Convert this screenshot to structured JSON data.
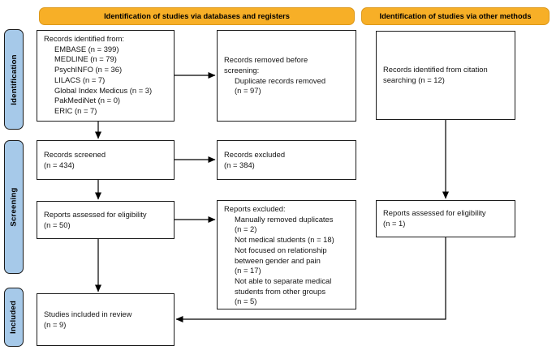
{
  "headers": {
    "databases": "Identification of studies via databases and registers",
    "other": "Identification of studies via other methods"
  },
  "stages": {
    "identification": "Identification",
    "screening": "Screening",
    "included": "Included"
  },
  "boxes": {
    "records_identified": {
      "lines": [
        "Records identified from:",
        "EMBASE (n = 399)",
        "MEDLINE (n = 79)",
        "PsychINFO (n = 36)",
        "LILACS (n = 7)",
        "Global Index Medicus (n = 3)",
        "PakMediNet (n = 0)",
        "ERIC (n = 7)"
      ]
    },
    "records_removed": {
      "lines": [
        "Records removed before",
        "screening:",
        "Duplicate records removed",
        "(n = 97)"
      ]
    },
    "citation_records": {
      "lines": [
        "Records identified from citation",
        "searching (n = 12)"
      ]
    },
    "records_screened": {
      "lines": [
        "Records screened",
        "(n = 434)"
      ]
    },
    "records_excluded": {
      "lines": [
        "Records excluded",
        "(n = 384)"
      ]
    },
    "reports_assessed_databases": {
      "lines": [
        "Reports assessed for eligibility",
        "(n = 50)"
      ]
    },
    "reports_excluded": {
      "lines": [
        "Reports excluded:",
        "Manually removed duplicates",
        "(n = 2)",
        "Not medical students (n = 18)",
        "Not focused on relationship",
        "between gender and pain",
        "(n = 17)",
        "Not able to separate medical",
        "students from other groups",
        "(n = 5)"
      ]
    },
    "reports_assessed_other": {
      "lines": [
        "Reports assessed for eligibility",
        "(n = 1)"
      ]
    },
    "studies_included": {
      "lines": [
        "Studies included in review",
        "(n = 9)"
      ]
    }
  },
  "colors": {
    "header_bg": "#F7AF27",
    "header_border": "#DC981B",
    "stage_bg": "#A6C9E9",
    "box_border": "#1C1C1C",
    "arrow": "#000000"
  }
}
